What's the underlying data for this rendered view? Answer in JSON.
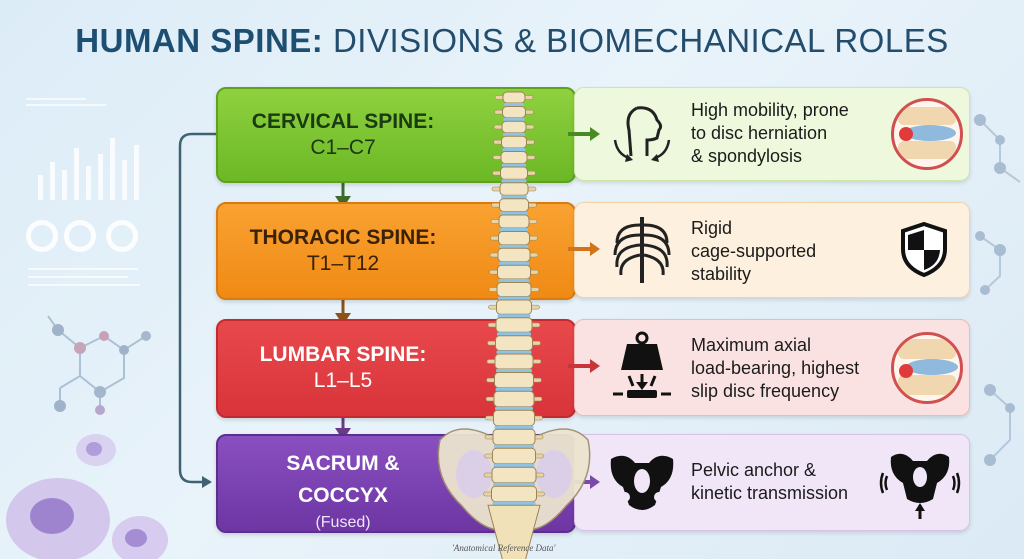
{
  "title": {
    "bold": "HUMAN SPINE:",
    "rest": " DIVISIONS & BIOMECHANICAL ROLES"
  },
  "sections": [
    {
      "name": "CERVICAL SPINE:",
      "range": "C1–C7",
      "description_lines": [
        "High mobility, prone",
        "to disc herniation",
        "& spondylosis"
      ],
      "color": "#7cc334"
    },
    {
      "name": "THORACIC SPINE:",
      "range": "T1–T12",
      "description_lines": [
        "Rigid",
        "cage-supported",
        "stability"
      ],
      "color": "#f5961f"
    },
    {
      "name": "LUMBAR SPINE:",
      "range": "L1–L5",
      "description_lines": [
        "Maximum axial",
        "load-bearing, highest",
        "slip disc frequency"
      ],
      "color": "#df3e41"
    },
    {
      "name_lines": [
        "SACRUM &",
        "COCCYX"
      ],
      "range": "(Fused)",
      "description_lines": [
        "Pelvic anchor &",
        "kinetic transmission"
      ],
      "color": "#7c44b3"
    }
  ],
  "icons": [
    "neck-rotation-icon",
    "disc-herniation-icon",
    "ribcage-icon",
    "shield-icon",
    "weight-load-icon",
    "pelvis-icon",
    "pelvis-motion-icon"
  ],
  "footnote": "'Anatomical Reference Data'"
}
